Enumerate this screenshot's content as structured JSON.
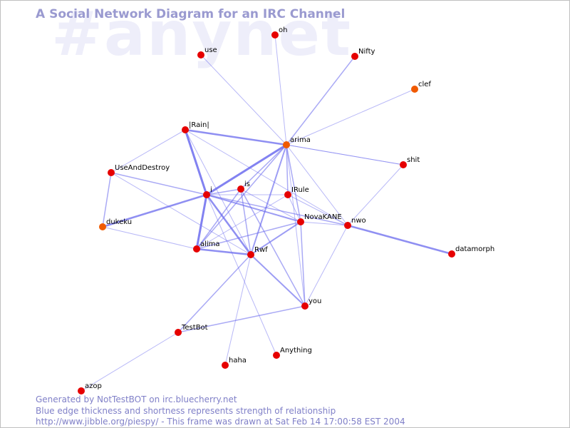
{
  "watermark": "#anynet",
  "title": "A Social Network Diagram for an IRC Channel",
  "footer": {
    "line1": "Generated by NotTestBOT on irc.bluecherry.net",
    "line2": "Blue edge thickness and shortness represents strength of relationship",
    "line3": "http://www.jibble.org/piespy/ - This frame was drawn at Sat Feb 14 17:00:58 EST 2004"
  },
  "colors": {
    "node": "#e60000",
    "node_faded": "#f05a00",
    "edge": "#6a6aee",
    "label": "#000000"
  },
  "nodes": [
    {
      "id": "oh",
      "label": "oh"
    },
    {
      "id": "use",
      "label": "use"
    },
    {
      "id": "Nifty",
      "label": "Nifty"
    },
    {
      "id": "clef",
      "label": "clef",
      "faded": true
    },
    {
      "id": "Rain",
      "label": "|Rain|"
    },
    {
      "id": "arima",
      "label": "arima",
      "faded": true
    },
    {
      "id": "shit",
      "label": "shit"
    },
    {
      "id": "UseAndDestroy",
      "label": "UseAndDestroy"
    },
    {
      "id": "i",
      "label": "i"
    },
    {
      "id": "is",
      "label": "is"
    },
    {
      "id": "IRule",
      "label": "IRule"
    },
    {
      "id": "NovaKANE",
      "label": "NovaKANE"
    },
    {
      "id": "nwo",
      "label": "nwo"
    },
    {
      "id": "dukeku",
      "label": "dukeku",
      "faded": true
    },
    {
      "id": "alima",
      "label": "alima"
    },
    {
      "id": "Rwf",
      "label": "Rwf"
    },
    {
      "id": "datamorph",
      "label": "datamorph"
    },
    {
      "id": "you",
      "label": "you"
    },
    {
      "id": "TestBot",
      "label": "TestBot"
    },
    {
      "id": "Anything",
      "label": "Anything"
    },
    {
      "id": "haha",
      "label": "haha"
    },
    {
      "id": "azop",
      "label": "azop"
    }
  ],
  "edges": [
    {
      "from": "oh",
      "to": "arima",
      "weight": 1
    },
    {
      "from": "use",
      "to": "arima",
      "weight": 1
    },
    {
      "from": "Nifty",
      "to": "arima",
      "weight": 1.5
    },
    {
      "from": "clef",
      "to": "arima",
      "weight": 1
    },
    {
      "from": "shit",
      "to": "arima",
      "weight": 1
    },
    {
      "from": "Rain",
      "to": "arima",
      "weight": 2.5
    },
    {
      "from": "Rain",
      "to": "i",
      "weight": 3
    },
    {
      "from": "Rain",
      "to": "UseAndDestroy",
      "weight": 1
    },
    {
      "from": "Rain",
      "to": "nwo",
      "weight": 1
    },
    {
      "from": "Rain",
      "to": "Rwf",
      "weight": 1
    },
    {
      "from": "UseAndDestroy",
      "to": "dukeku",
      "weight": 1.5
    },
    {
      "from": "UseAndDestroy",
      "to": "i",
      "weight": 1.5
    },
    {
      "from": "UseAndDestroy",
      "to": "Rwf",
      "weight": 1
    },
    {
      "from": "arima",
      "to": "i",
      "weight": 3
    },
    {
      "from": "arima",
      "to": "is",
      "weight": 1.5
    },
    {
      "from": "arima",
      "to": "IRule",
      "weight": 1.5
    },
    {
      "from": "arima",
      "to": "NovaKANE",
      "weight": 1.5
    },
    {
      "from": "arima",
      "to": "alima",
      "weight": 1.5
    },
    {
      "from": "arima",
      "to": "Rwf",
      "weight": 2
    },
    {
      "from": "arima",
      "to": "nwo",
      "weight": 1
    },
    {
      "from": "arima",
      "to": "you",
      "weight": 1
    },
    {
      "from": "arima",
      "to": "shit",
      "weight": 1
    },
    {
      "from": "i",
      "to": "dukeku",
      "weight": 2.5
    },
    {
      "from": "i",
      "to": "alima",
      "weight": 3
    },
    {
      "from": "i",
      "to": "Rwf",
      "weight": 2.5
    },
    {
      "from": "i",
      "to": "NovaKANE",
      "weight": 2
    },
    {
      "from": "i",
      "to": "is",
      "weight": 1.5
    },
    {
      "from": "i",
      "to": "IRule",
      "weight": 1
    },
    {
      "from": "i",
      "to": "nwo",
      "weight": 1.5
    },
    {
      "from": "i",
      "to": "Anything",
      "weight": 1
    },
    {
      "from": "is",
      "to": "alima",
      "weight": 1.5
    },
    {
      "from": "is",
      "to": "Rwf",
      "weight": 1.5
    },
    {
      "from": "is",
      "to": "NovaKANE",
      "weight": 1
    },
    {
      "from": "is",
      "to": "you",
      "weight": 1.5
    },
    {
      "from": "IRule",
      "to": "alima",
      "weight": 1
    },
    {
      "from": "IRule",
      "to": "NovaKANE",
      "weight": 1
    },
    {
      "from": "IRule",
      "to": "nwo",
      "weight": 1
    },
    {
      "from": "NovaKANE",
      "to": "alima",
      "weight": 1.5
    },
    {
      "from": "NovaKANE",
      "to": "Rwf",
      "weight": 2
    },
    {
      "from": "NovaKANE",
      "to": "you",
      "weight": 1.5
    },
    {
      "from": "NovaKANE",
      "to": "nwo",
      "weight": 1
    },
    {
      "from": "nwo",
      "to": "datamorph",
      "weight": 2.5
    },
    {
      "from": "nwo",
      "to": "you",
      "weight": 1
    },
    {
      "from": "nwo",
      "to": "shit",
      "weight": 1
    },
    {
      "from": "alima",
      "to": "Rwf",
      "weight": 2.5
    },
    {
      "from": "alima",
      "to": "dukeku",
      "weight": 1
    },
    {
      "from": "Rwf",
      "to": "you",
      "weight": 2
    },
    {
      "from": "Rwf",
      "to": "TestBot",
      "weight": 1.5
    },
    {
      "from": "Rwf",
      "to": "haha",
      "weight": 1
    },
    {
      "from": "TestBot",
      "to": "you",
      "weight": 1.5
    },
    {
      "from": "TestBot",
      "to": "azop",
      "weight": 1
    }
  ]
}
